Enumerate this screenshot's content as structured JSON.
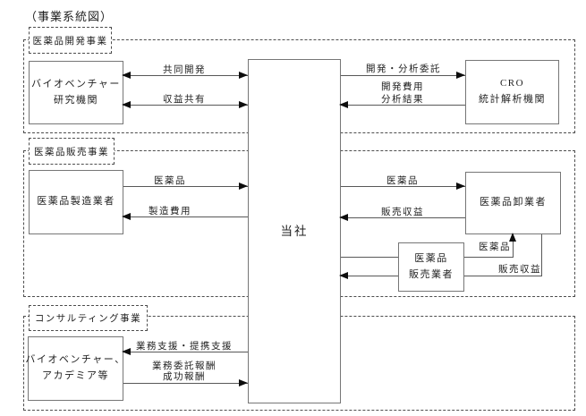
{
  "title": "（事業系統図）",
  "company": {
    "label": "当社"
  },
  "sections": {
    "development": {
      "label": "医薬品開発事業",
      "bio_box": {
        "line1": "バイオベンチャー",
        "line2": "研究機関"
      },
      "cro_box": {
        "line1": "CRO",
        "line2": "統計解析機関"
      },
      "labels": {
        "joint_development": "共同開発",
        "profit_sharing": "収益共有",
        "dev_analysis_outsourcing": "開発・分析委託",
        "development_cost": "開発費用",
        "analysis_results": "分析結果"
      }
    },
    "sales": {
      "label": "医薬品販売事業",
      "manufacturer_box": {
        "line1": "医薬品製造業者"
      },
      "wholesaler_box": {
        "line1": "医薬品卸業者"
      },
      "seller_box": {
        "line1": "医薬品",
        "line2": "販売業者"
      },
      "labels": {
        "drug_from_manufacturer": "医薬品",
        "manufacturing_cost": "製造費用",
        "drug_to_wholesaler": "医薬品",
        "sales_revenue": "販売収益",
        "drug_seller_to_wholesaler": "医薬品",
        "sales_revenue_to_seller": "販売収益"
      }
    },
    "consulting": {
      "label": "コンサルティング事業",
      "partner_box": {
        "line1": "バイオベンチャー、",
        "line2": "アカデミア等"
      },
      "labels": {
        "business_support": "業務支援・提携支援",
        "outsourcing_fee": "業務委託報酬",
        "success_fee": "成功報酬"
      }
    }
  },
  "colors": {
    "line": "#585858",
    "arrowhead": "#0d0d0d",
    "dashed_border": "#4d4d4d",
    "text": "#1f1f1f"
  }
}
